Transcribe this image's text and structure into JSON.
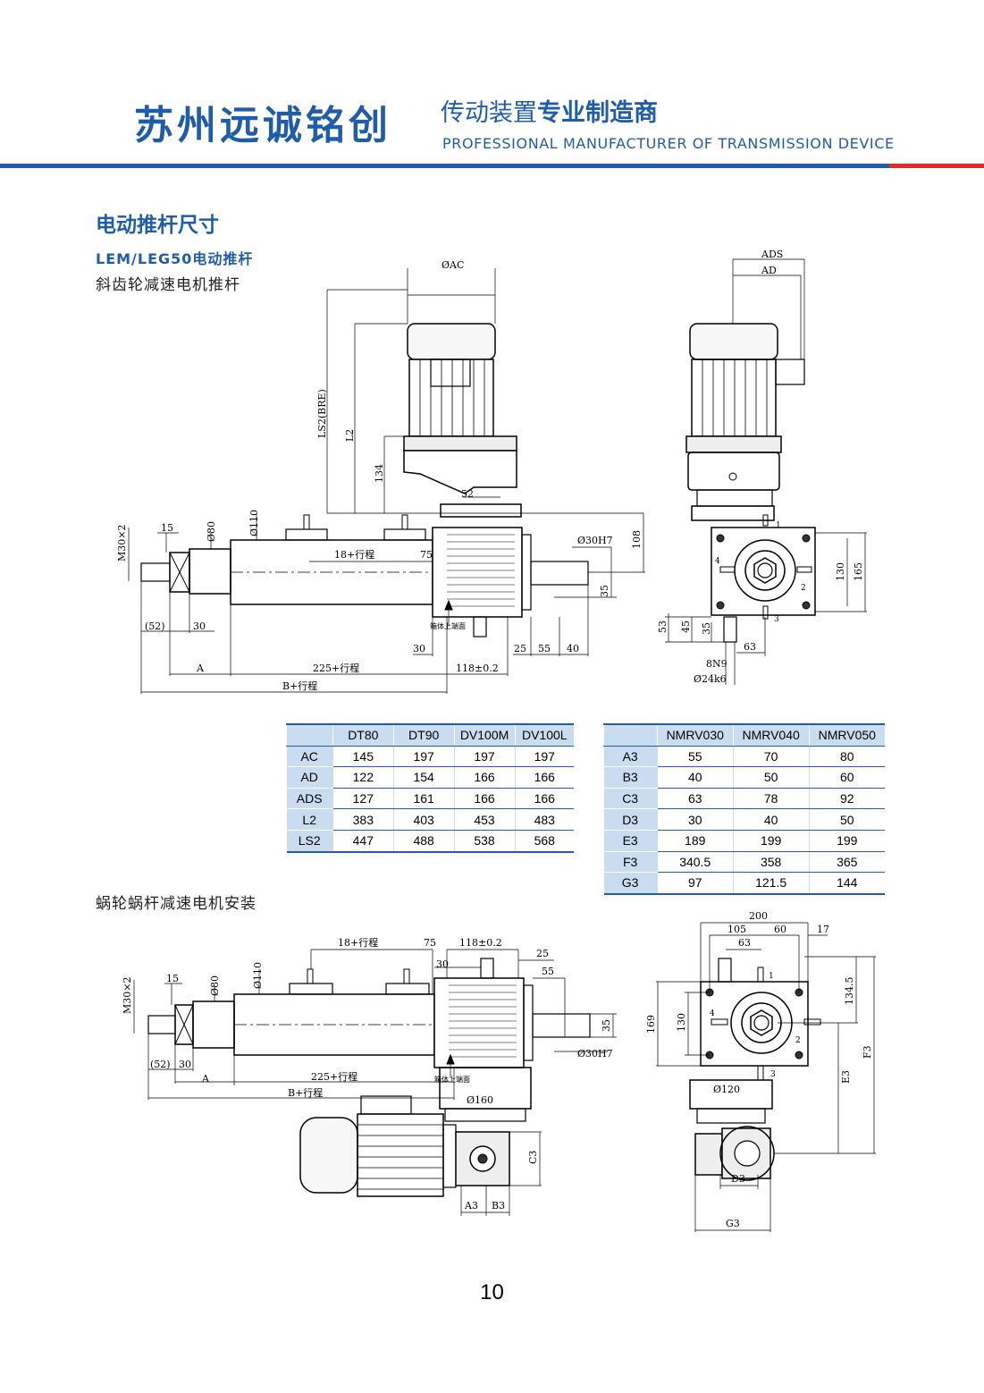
{
  "header": {
    "brand": "苏州远诚铭创",
    "tag_regular": "传动装置",
    "tag_bold": "专业制造商",
    "tag_en": "PROFESSIONAL MANUFACTURER OF TRANSMISSION DEVICE"
  },
  "section_title": "电动推杆尺寸",
  "subtitle": "LEM/LEG50电动推杆",
  "subtitle_desc": "斜齿轮减速电机推杆",
  "section2_title": "蜗轮蜗杆减速电机安装",
  "page_number": "10",
  "colors": {
    "brand_blue": "#1f5da8",
    "accent_red": "#e22a2a",
    "table_header": "#c9dcf0"
  },
  "drawing1_labels": {
    "ac": "ØAC",
    "ads": "ADS",
    "ad": "AD",
    "ls2": "LS2(BRE)",
    "l2": "L2",
    "d134": "134",
    "d52": "52",
    "m30": "M30×2",
    "d15": "15",
    "d80": "Ø80",
    "d110": "Ø110",
    "stroke18": "18+行程",
    "d75": "75",
    "d30h7": "Ø30H7",
    "d108": "108",
    "d35": "35",
    "box_top": "箱体上端面",
    "d52b": "(52)",
    "d30a": "30",
    "d30b": "30",
    "d25": "25",
    "d55": "55",
    "d40": "40",
    "a": "A",
    "stroke225": "225+行程",
    "d118": "118±0.2",
    "bstroke": "B+行程",
    "p1": "1",
    "p2": "2",
    "p3": "3",
    "p4": "4",
    "d130": "130",
    "d165": "165",
    "d53": "53",
    "d45": "45",
    "d35s": "35",
    "d63": "63",
    "n9": "8N9",
    "k6": "Ø24k6"
  },
  "table1": {
    "columns": [
      "",
      "DT80",
      "DT90",
      "DV100M",
      "DV100L"
    ],
    "rows": [
      [
        "AC",
        "145",
        "197",
        "197",
        "197"
      ],
      [
        "AD",
        "122",
        "154",
        "166",
        "166"
      ],
      [
        "ADS",
        "127",
        "161",
        "166",
        "166"
      ],
      [
        "L2",
        "383",
        "403",
        "453",
        "483"
      ],
      [
        "LS2",
        "447",
        "488",
        "538",
        "568"
      ]
    ]
  },
  "table2": {
    "columns": [
      "",
      "NMRV030",
      "NMRV040",
      "NMRV050"
    ],
    "rows": [
      [
        "A3",
        "55",
        "70",
        "80"
      ],
      [
        "B3",
        "40",
        "50",
        "60"
      ],
      [
        "C3",
        "63",
        "78",
        "92"
      ],
      [
        "D3",
        "30",
        "40",
        "50"
      ],
      [
        "E3",
        "189",
        "199",
        "199"
      ],
      [
        "F3",
        "340.5",
        "358",
        "365"
      ],
      [
        "G3",
        "97",
        "121.5",
        "144"
      ]
    ]
  },
  "drawing2_labels": {
    "stroke18": "18+行程",
    "d75": "75",
    "d118": "118±0.2",
    "d25": "25",
    "d30": "30",
    "d55": "55",
    "m30": "M30×2",
    "d15": "15",
    "d80": "Ø80",
    "d110": "Ø110",
    "d35": "35",
    "d30h7": "Ø30H7",
    "d52b": "(52)",
    "d30a": "30",
    "a": "A",
    "stroke225": "225+行程",
    "box_top": "箱体上端面",
    "bstroke": "B+行程",
    "d160": "Ø160",
    "c3": "C3",
    "a3": "A3",
    "b3": "B3",
    "d200": "200",
    "d105": "105",
    "d60": "60",
    "d17": "17",
    "d63": "63",
    "d169": "169",
    "d130": "130",
    "d134": "134.5",
    "p1": "1",
    "p2": "2",
    "p3": "3",
    "p4": "4",
    "d120": "Ø120",
    "e3": "E3",
    "f3": "F3",
    "d3": "D3",
    "g3": "G3"
  }
}
